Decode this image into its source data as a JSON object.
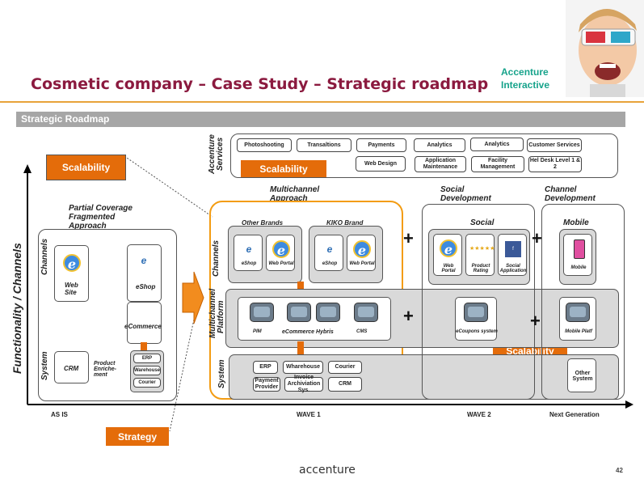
{
  "header": {
    "title": "Cosmetic company – Case Study – Strategic roadmap",
    "brand_line1": "Accenture",
    "brand_line2": "Interactive",
    "banner": "Strategic Roadmap"
  },
  "axis": {
    "y_label": "Functionality / Channels",
    "x_labels": [
      "AS IS",
      "WAVE 1",
      "WAVE 2",
      "Next Generation"
    ]
  },
  "callouts": {
    "scalability": "Scalability",
    "strategy": "Strategy"
  },
  "services": {
    "label_line1": "Accenture",
    "label_line2": "Services",
    "row1": [
      "Photoshooting",
      "Transaltions",
      "Payments",
      "Analytics",
      "Analytics",
      "Customer Services"
    ],
    "row2": [
      "Web Design",
      "Application Maintenance",
      "Facility Management",
      "Hel Desk Level 1 & 2"
    ]
  },
  "asis": {
    "title_line1": "Partial Coverage",
    "title_line2": "Fragmented",
    "title_line3": "Approach",
    "channels": "Channels",
    "system": "System",
    "web_site_1": "Web",
    "web_site_2": "Site",
    "eshop": "eShop",
    "ecommerce": "eCommerce",
    "crm": "CRM",
    "product_1": "Product",
    "product_2": "Enriche-",
    "product_3": "ment",
    "erp": "ERP",
    "warehouse": "Warehouse",
    "courier": "Courier"
  },
  "wave1": {
    "heading_line1": "Multichannel",
    "heading_line2": "Approach",
    "other_brands": "Other Brands",
    "kiko_brand": "KIKO Brand",
    "channels": "Channels",
    "platform_line1": "Multichannel",
    "platform_line2": "Platform",
    "system": "System",
    "eshop": "eShop",
    "web_portal": "Web Portal",
    "pim": "PIM",
    "ecommerce_hybris": "eCommerce Hybris",
    "cms": "CMS",
    "erp": "ERP",
    "wharehouse": "Wharehouse",
    "courier": "Courier",
    "payment_provider": "Payment Provider",
    "invoice": "Invoice Archiviation Sys.",
    "crm": "CRM"
  },
  "wave2": {
    "heading_line1": "Social",
    "heading_line2": "Development",
    "social": "Social",
    "web_portal_1": "Web",
    "web_portal_2": "Portal",
    "product_rating_1": "Product",
    "product_rating_2": "Rating",
    "social_app_1": "Social",
    "social_app_2": "Application",
    "ecoupons": "eCoupons system"
  },
  "nextgen": {
    "heading_line1": "Channel",
    "heading_line2": "Development",
    "mobile": "Mobile",
    "mobile_item": "Mobile",
    "mobile_platf": "Mobile Platf",
    "other_system_1": "Other",
    "other_system_2": "System"
  },
  "footer": {
    "logo": "accenture",
    "page": "42"
  },
  "colors": {
    "title": "#8b1a3f",
    "brand": "#17a38b",
    "accent": "#e46c0a",
    "banner": "#a6a6a6",
    "wave1_outline": "#f39c12"
  }
}
